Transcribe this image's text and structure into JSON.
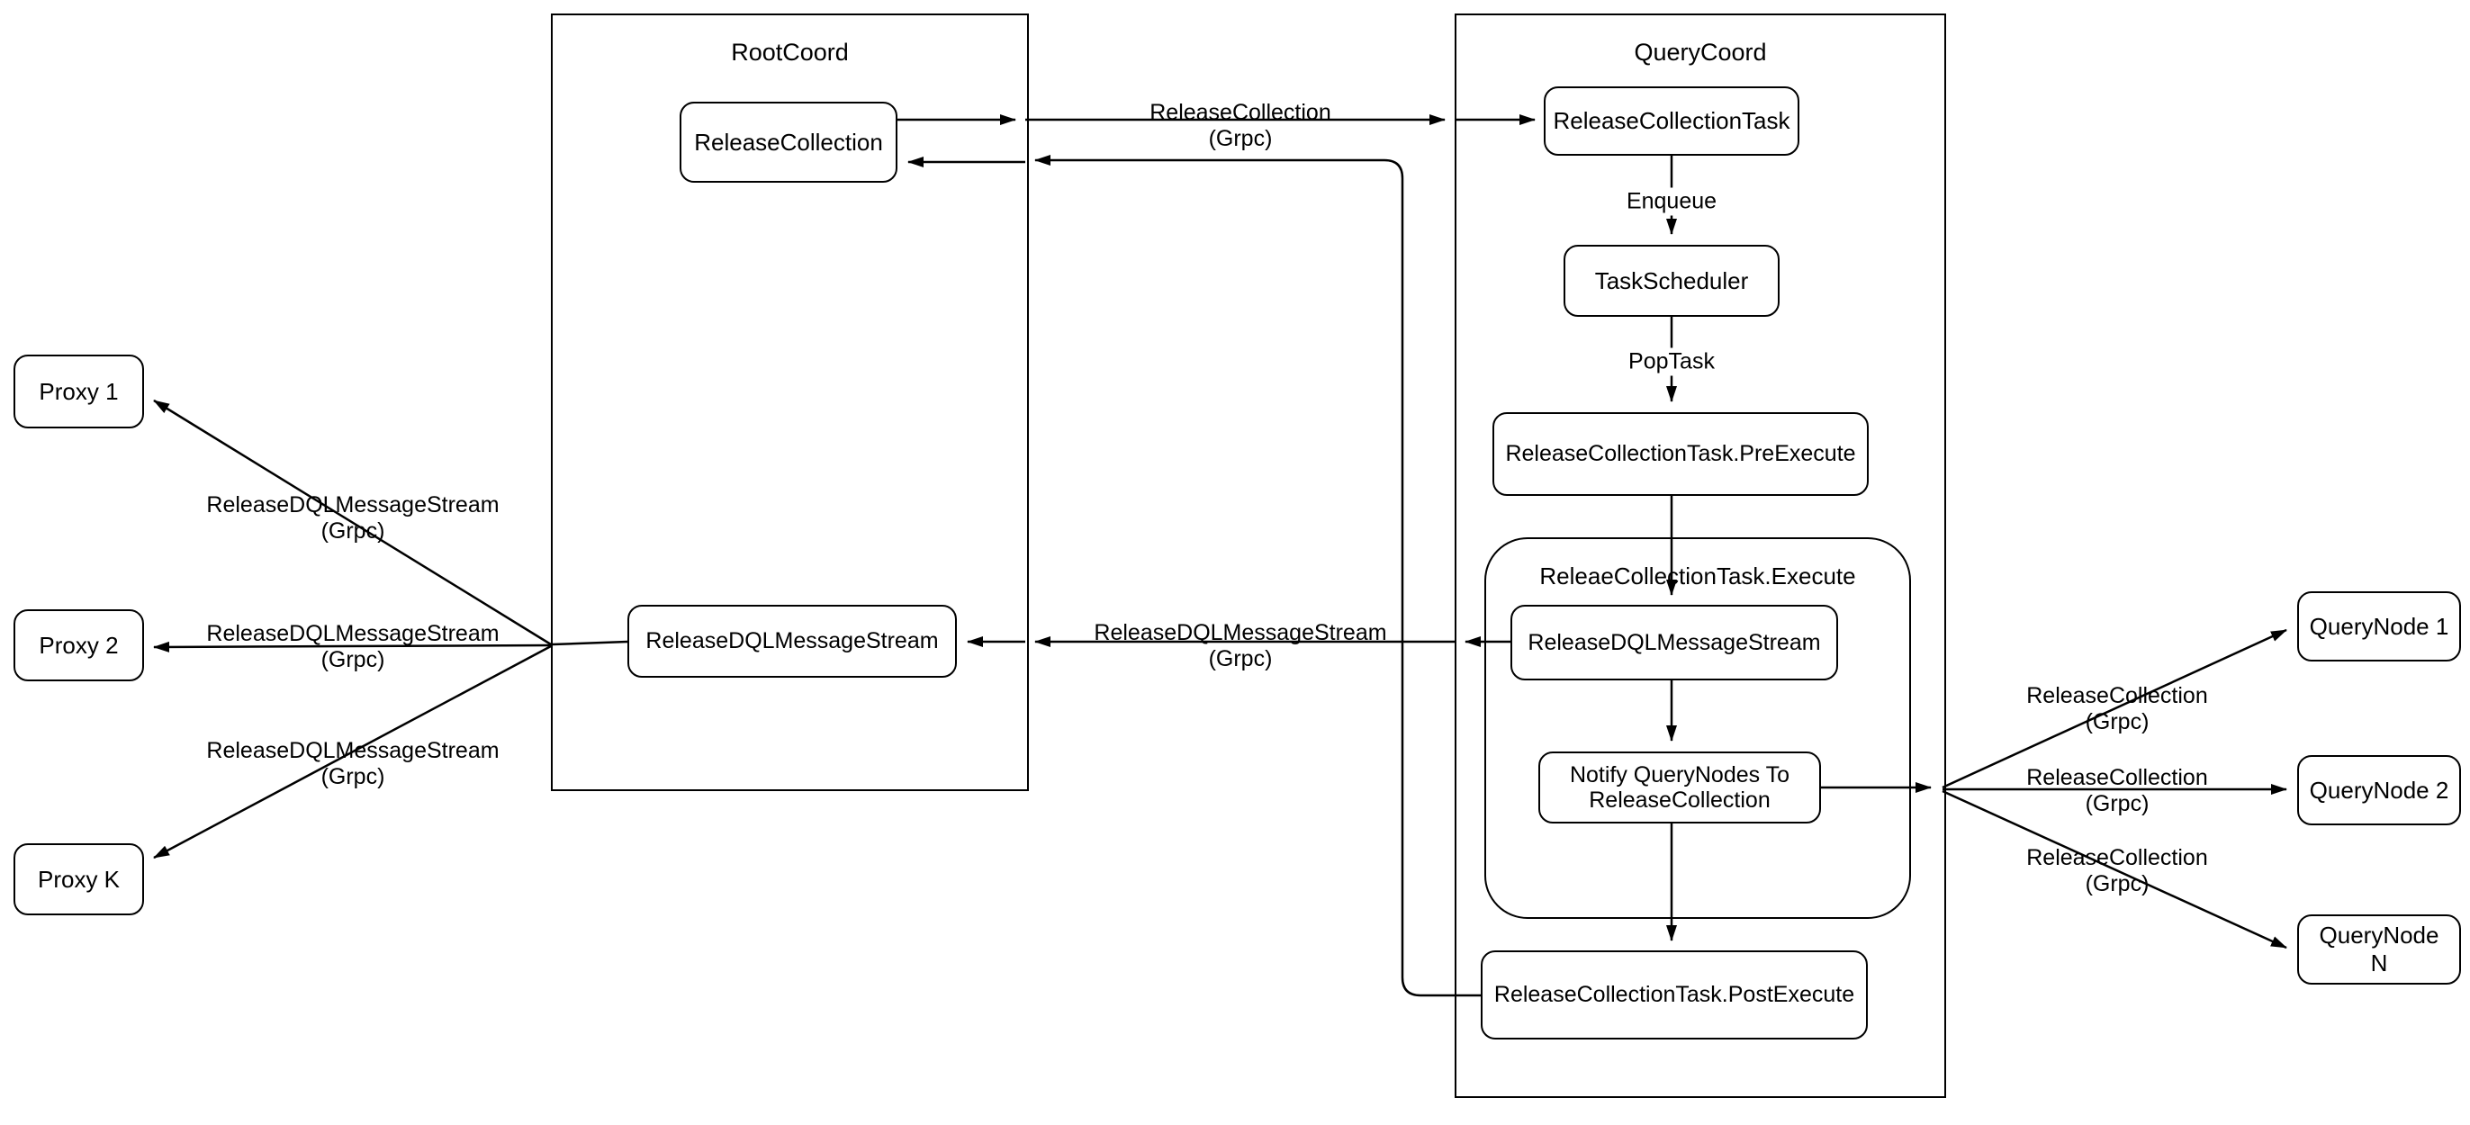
{
  "diagram": {
    "title_note": "ReleaseCollection flow diagram",
    "containers": {
      "rootcoord": {
        "title": "RootCoord"
      },
      "querycoord": {
        "title": "QueryCoord"
      }
    },
    "groups": {
      "execute_group": {
        "title": "ReleaeCollectionTask.Execute"
      }
    },
    "nodes": {
      "release_collection": {
        "label": "ReleaseCollection"
      },
      "release_collection_task": {
        "label": "ReleaseCollectionTask"
      },
      "task_scheduler": {
        "label": "TaskScheduler"
      },
      "pre_execute": {
        "label": "ReleaseCollectionTask.PreExecute"
      },
      "rdqlms_querycoord": {
        "label": "ReleaseDQLMessageStream"
      },
      "notify_querynodes": {
        "label": "Notify QueryNodes To ReleaseCollection"
      },
      "post_execute": {
        "label": "ReleaseCollectionTask.PostExecute"
      },
      "rdqlms_rootcoord": {
        "label": "ReleaseDQLMessageStream"
      },
      "proxy1": {
        "label": "Proxy 1"
      },
      "proxy2": {
        "label": "Proxy 2"
      },
      "proxyk": {
        "label": "Proxy K"
      },
      "querynode1": {
        "label": "QueryNode 1"
      },
      "querynode2": {
        "label": "QueryNode 2"
      },
      "querynoden": {
        "label": "QueryNode N"
      }
    },
    "edge_labels": {
      "enqueue": "Enqueue",
      "poptask": "PopTask",
      "release_collection": "ReleaseCollection",
      "release_dql_message_stream": "ReleaseDQLMessageStream",
      "grpc": "(Grpc)"
    },
    "colors": {
      "stroke": "#000000",
      "fill": "#ffffff",
      "background": "#ffffff"
    }
  }
}
